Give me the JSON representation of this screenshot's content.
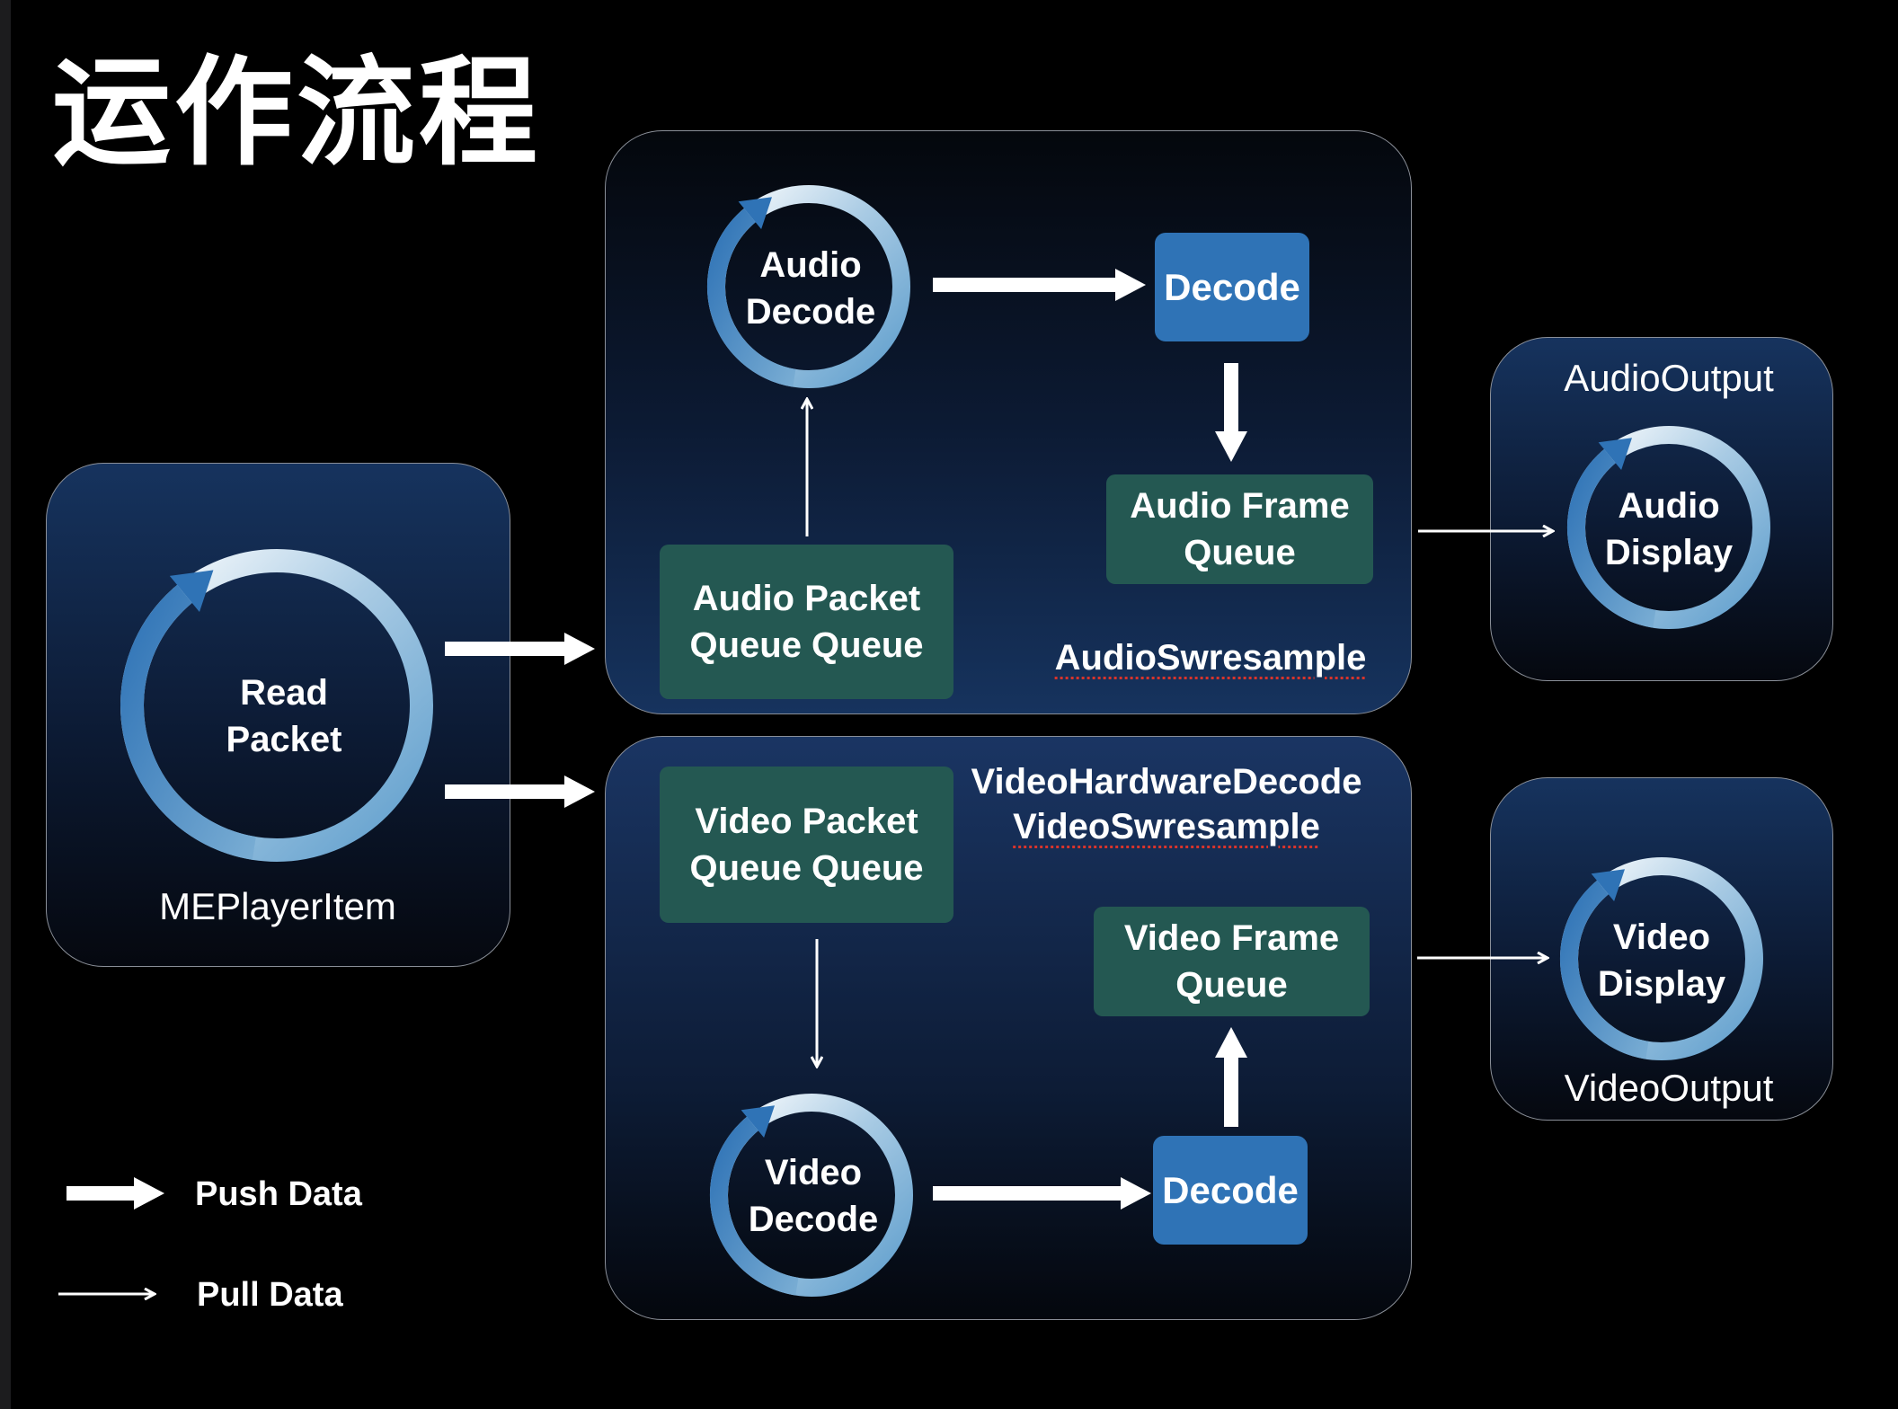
{
  "title": "运作流程",
  "colors": {
    "background": "#000000",
    "panel_top": "#16335e",
    "queue_box": "#245852",
    "decode_box": "#2f73b6",
    "ring_dark": "#2f73b6",
    "ring_light": "#ffffff",
    "spellcheck_underline": "#d9342b"
  },
  "player_item": {
    "label": "MEPlayerItem",
    "loop": "Read\nPacket"
  },
  "audio_module": {
    "loop": "Audio\nDecode",
    "decode": "Decode",
    "frame_queue": "Audio Frame\nQueue",
    "packet_queue": "Audio Packet\nQueue Queue",
    "component": "AudioSwresample"
  },
  "video_module": {
    "components": [
      "VideoHardwareDecode",
      "VideoSwresample"
    ],
    "packet_queue": "Video Packet\nQueue Queue",
    "frame_queue": "Video Frame\nQueue",
    "loop": "Video\nDecode",
    "decode": "Decode"
  },
  "audio_output": {
    "label": "AudioOutput",
    "loop": "Audio\nDisplay"
  },
  "video_output": {
    "label": "VideoOutput",
    "loop": "Video\nDisplay"
  },
  "legend": {
    "push": "Push Data",
    "pull": "Pull Data"
  },
  "edges": [
    {
      "from": "player_item",
      "to": "audio_module",
      "type": "push"
    },
    {
      "from": "player_item",
      "to": "video_module",
      "type": "push"
    },
    {
      "from": "audio_module.packet_queue",
      "to": "audio_module.loop",
      "type": "pull"
    },
    {
      "from": "audio_module.loop",
      "to": "audio_module.decode",
      "type": "push"
    },
    {
      "from": "audio_module.decode",
      "to": "audio_module.frame_queue",
      "type": "push"
    },
    {
      "from": "audio_module",
      "to": "audio_output",
      "type": "pull"
    },
    {
      "from": "video_module.packet_queue",
      "to": "video_module.loop",
      "type": "pull"
    },
    {
      "from": "video_module.loop",
      "to": "video_module.decode",
      "type": "push"
    },
    {
      "from": "video_module.decode",
      "to": "video_module.frame_queue",
      "type": "push"
    },
    {
      "from": "video_module",
      "to": "video_output",
      "type": "pull"
    }
  ]
}
